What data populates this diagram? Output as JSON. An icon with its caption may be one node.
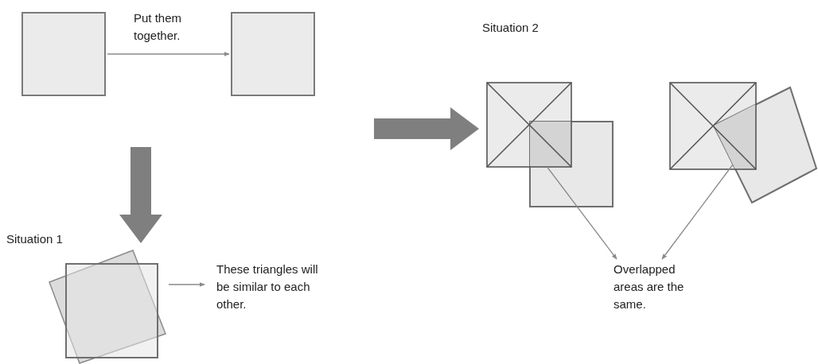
{
  "diagram": {
    "nodes": [
      {
        "text": [],
        "shape": "box"
      },
      {
        "text": [],
        "shape": "box"
      },
      {
        "text": [],
        "shape": "picture"
      },
      {
        "text": [
          "These triangles will be similar to each other."
        ]
      },
      {
        "text": [],
        "shape": "picture"
      },
      {
        "text": [],
        "shape": "box",
        "in": 4
      },
      {
        "text": [],
        "shape": "picture"
      },
      {
        "text": [],
        "shape": "polygon",
        "in": 6
      },
      {
        "text": [
          "Overlapped areas are the same."
        ]
      }
    ],
    "edges": [
      {
        "from": 0,
        "to": 1,
        "arrow": "to",
        "label": "Put them together."
      },
      {
        "from": null,
        "to": 2,
        "arrow": "to",
        "style": "thick"
      },
      {
        "from": 2,
        "to": 3,
        "arrow": "to"
      },
      {
        "from": null,
        "to": 4,
        "arrow": "to",
        "style": "thick"
      },
      {
        "from": 5,
        "to": 8,
        "arrow": "to"
      },
      {
        "from": 7,
        "to": 8,
        "arrow": "to"
      }
    ],
    "labels": [
      "Situation 2",
      "Situation 1"
    ]
  }
}
